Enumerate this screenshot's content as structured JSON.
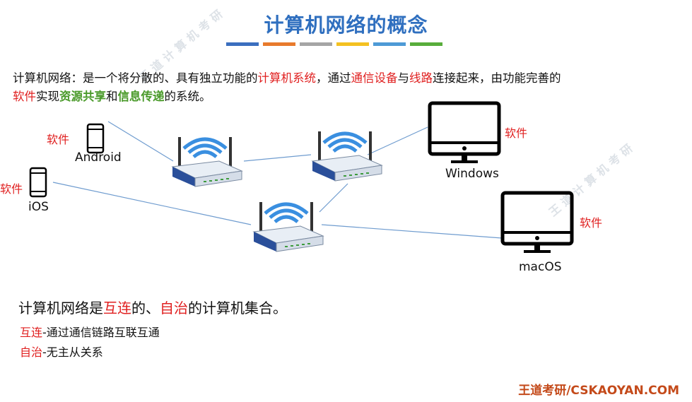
{
  "title": "计算机网络的概念",
  "color_bar": [
    "#3b6fbf",
    "#e87a2c",
    "#a5a5a5",
    "#f4c121",
    "#4d9ad6",
    "#58ad3b"
  ],
  "definition": {
    "p1": "计算机网络：是一个将分散的、具有独立功能的",
    "k1": "计算机系统",
    "p2": "，通过",
    "k2": "通信设备",
    "p3": "与",
    "k3": "线路",
    "p4": "连接起来，由功能完善的",
    "k4": "软件",
    "p5": "实现",
    "k5": "资源共享",
    "p6": "和",
    "k6": "信息传递",
    "p7": "的系统。"
  },
  "diagram": {
    "software_label": "软件",
    "devices": {
      "android": "Android",
      "ios": "iOS",
      "windows": "Windows",
      "macos": "macOS"
    }
  },
  "concept": {
    "p1": "计算机网络是",
    "k1": "互连",
    "p2": "的、",
    "k2": "自治",
    "p3": "的计算机集合。"
  },
  "points": [
    {
      "key": "互连",
      "desc": "-通过通信链路互联互通"
    },
    {
      "key": "自治",
      "desc": "-无主从关系"
    }
  ],
  "footer": "王道考研/CSKAOYAN.COM",
  "watermark": "王道计算机考研"
}
